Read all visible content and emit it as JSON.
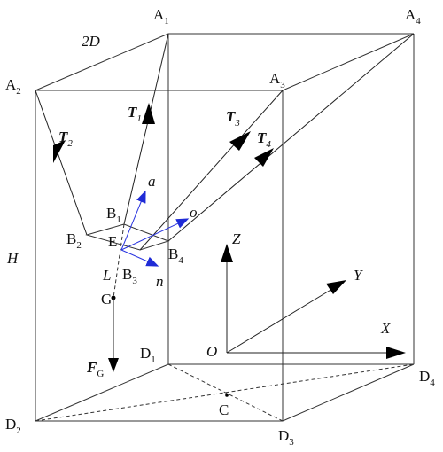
{
  "labels": {
    "A1": "A",
    "A1_sub": "1",
    "A2": "A",
    "A2_sub": "2",
    "A3": "A",
    "A3_sub": "3",
    "A4": "A",
    "A4_sub": "4",
    "B1": "B",
    "B1_sub": "1",
    "B2": "B",
    "B2_sub": "2",
    "B3": "B",
    "B3_sub": "3",
    "B4": "B",
    "B4_sub": "4",
    "D1": "D",
    "D1_sub": "1",
    "D2": "D",
    "D2_sub": "2",
    "D3": "D",
    "D3_sub": "3",
    "D4": "D",
    "D4_sub": "4",
    "C": "C",
    "E": "E",
    "G": "G",
    "O": "O",
    "L": "L",
    "H": "H",
    "width": "2D",
    "T1": "T",
    "T1_sub": "1",
    "T2": "T",
    "T2_sub": "2",
    "T3": "T",
    "T3_sub": "3",
    "T4": "T",
    "T4_sub": "4",
    "FG": "F",
    "FG_sub": "G",
    "a": "a",
    "o": "o",
    "n": "n",
    "X": "X",
    "Y": "Y",
    "Z": "Z"
  }
}
